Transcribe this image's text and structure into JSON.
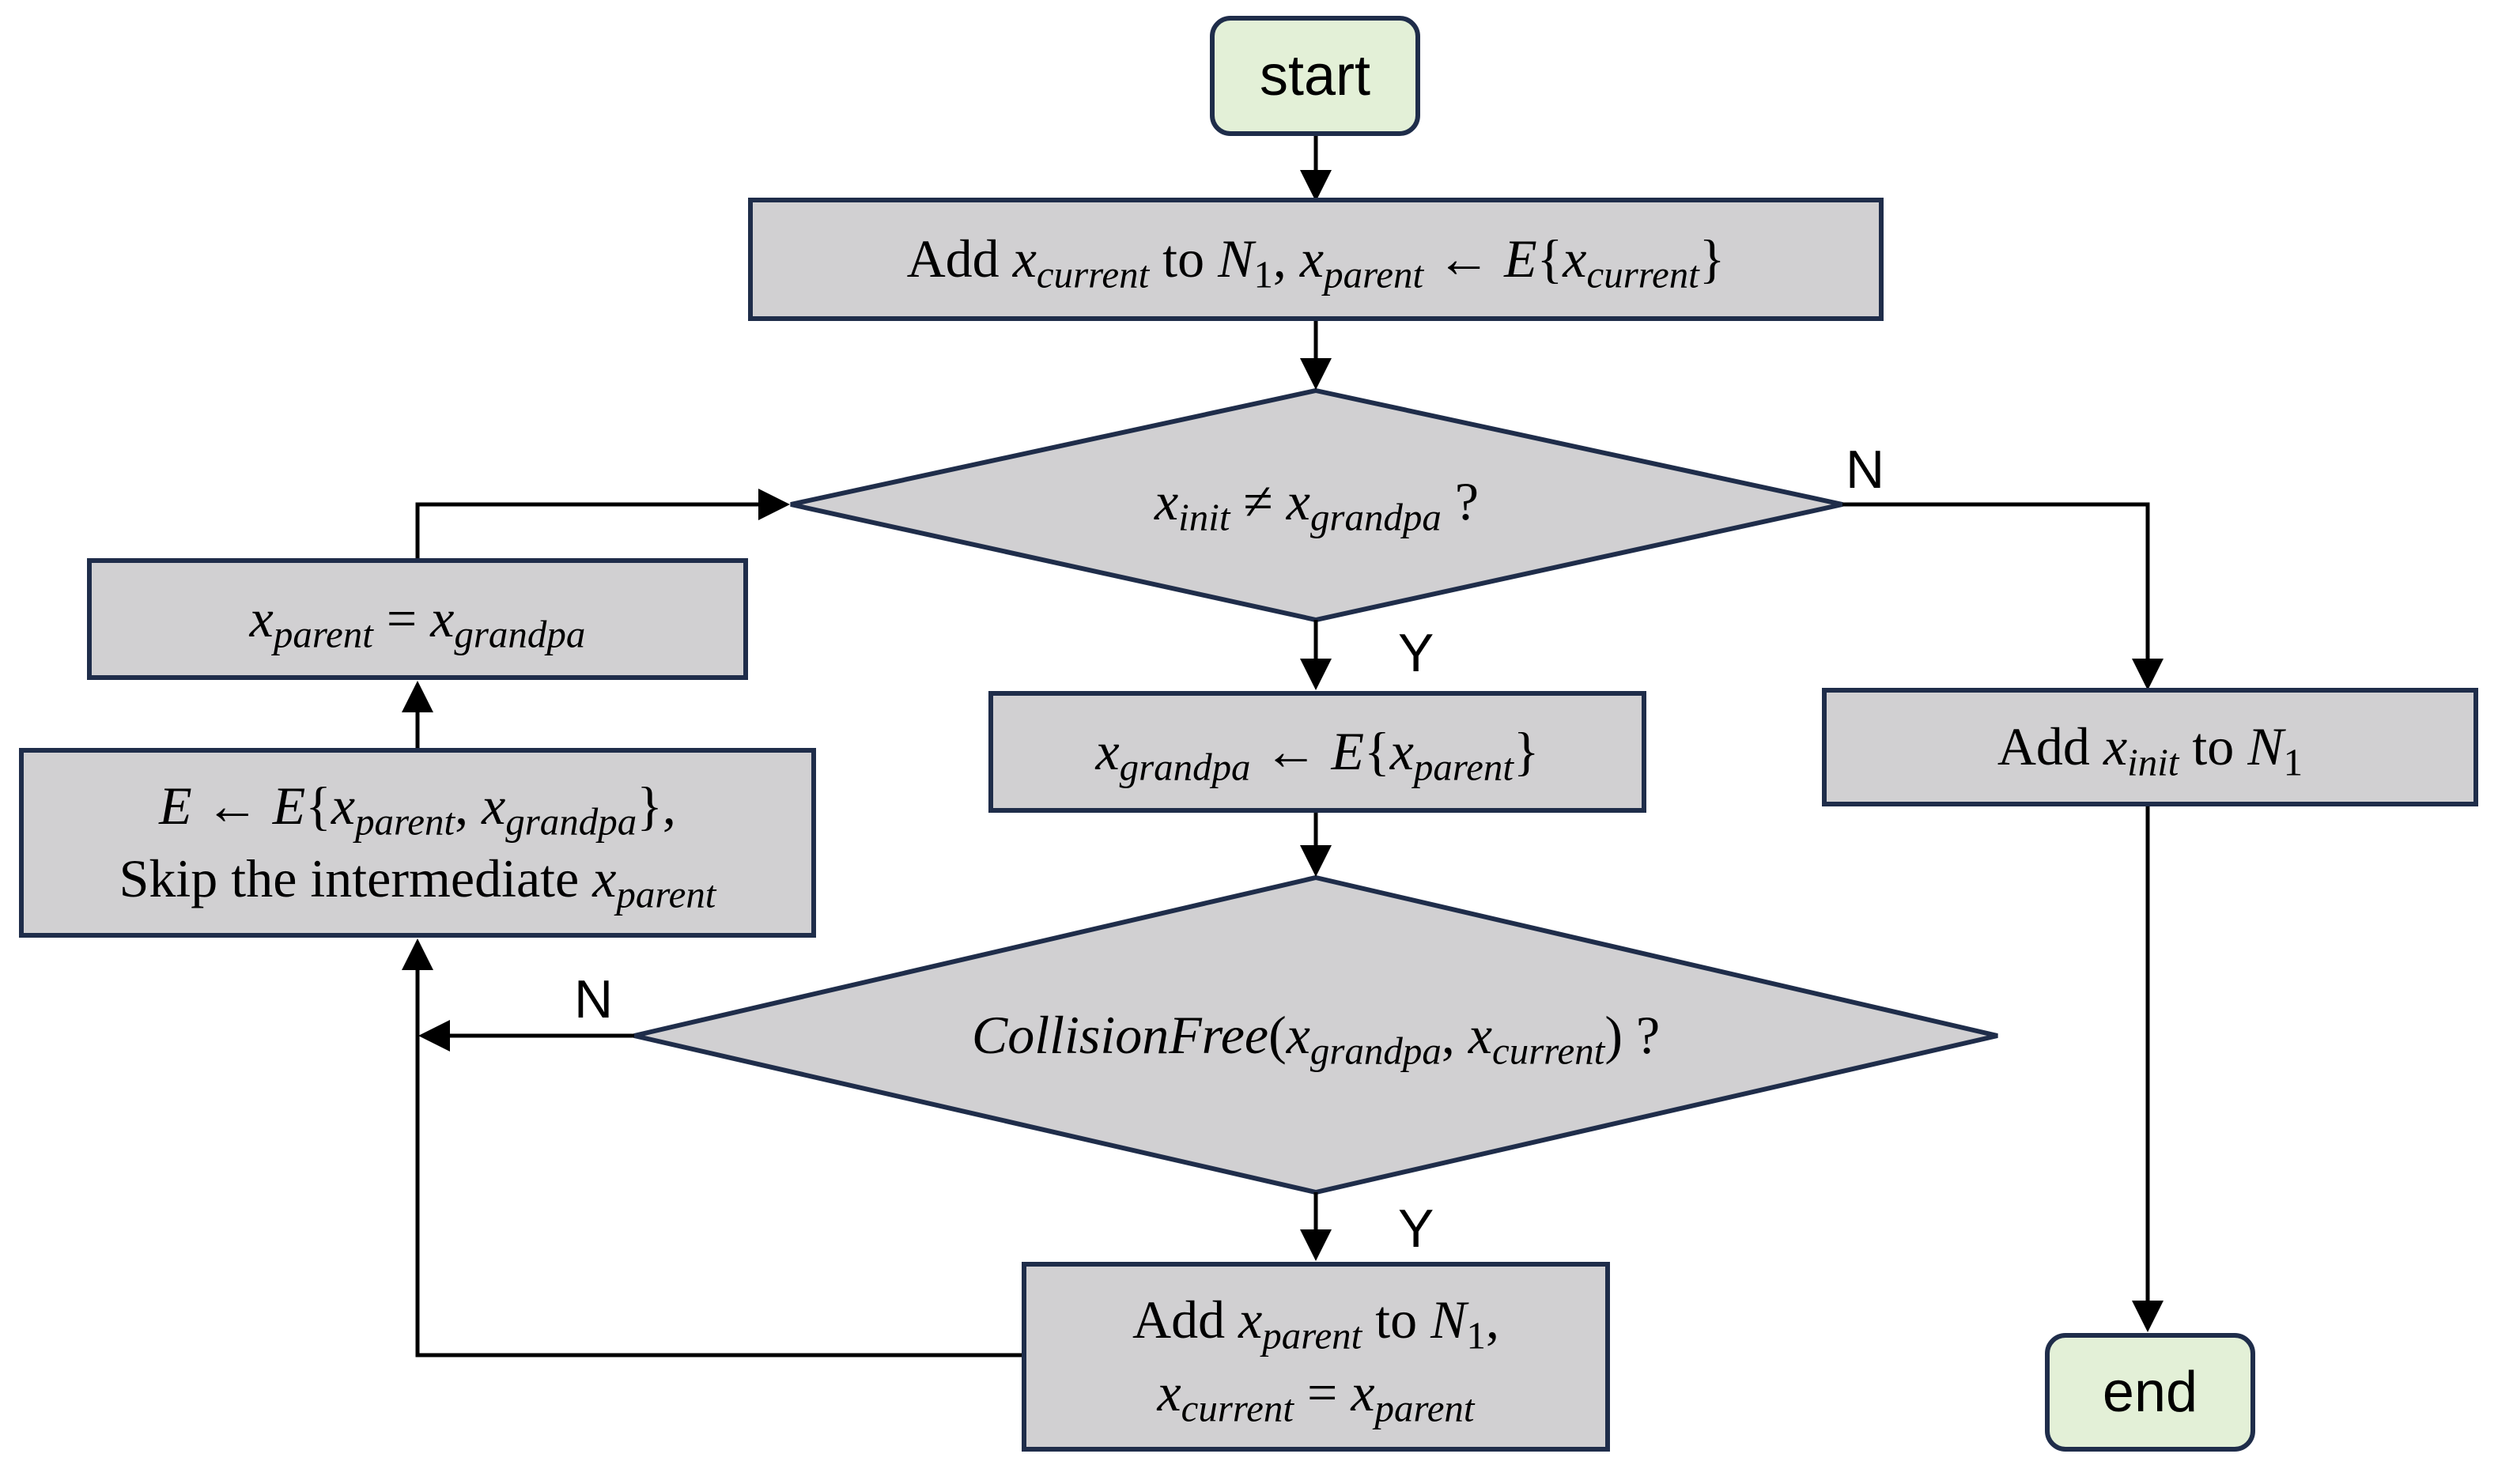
{
  "nodes": {
    "start": {
      "text": "start"
    },
    "add_current": {
      "t1": "Add ",
      "v1": "x",
      "s1": "current",
      "t2": " to ",
      "v2": "N",
      "s2": "1",
      "t3": ", ",
      "v3": "x",
      "s3": "parent",
      "t4": " ← ",
      "v4": "E",
      "t5": "{",
      "v5": "x",
      "s5": "current",
      "t6": "}"
    },
    "decision_init": {
      "v1": "x",
      "s1": "init",
      "t1": " ≠ ",
      "v2": "x",
      "s2": "grandpa",
      "t2": " ?"
    },
    "set_grandpa": {
      "v1": "x",
      "s1": "grandpa",
      "t1": " ← ",
      "v2": "E",
      "t2": "{",
      "v3": "x",
      "s3": "parent",
      "t3": "}"
    },
    "decision_collision": {
      "f1": "CollisionFree",
      "t1": "(",
      "v1": "x",
      "s1": "grandpa",
      "t2": ", ",
      "v2": "x",
      "s2": "current",
      "t3": ") ?"
    },
    "add_parent": {
      "t1": "Add ",
      "v1": "x",
      "s1": "parent",
      "t2": " to ",
      "v2": "N",
      "s2": "1",
      "t3": ",",
      "v3": "x",
      "s3": "current",
      "t4": " = ",
      "v4": "x",
      "s4": "parent"
    },
    "update_e": {
      "v1": "E",
      "t1": " ← ",
      "v2": "E",
      "t2": "{",
      "v3": "x",
      "s3": "parent",
      "t3": ", ",
      "v4": "x",
      "s4": "grandpa",
      "t4": "},",
      "t5": "Skip the intermediate ",
      "v5": "x",
      "s5": "parent"
    },
    "parent_eq": {
      "v1": "x",
      "s1": "parent",
      "t1": " = ",
      "v2": "x",
      "s2": "grandpa"
    },
    "add_init": {
      "t1": "Add ",
      "v1": "x",
      "s1": "init",
      "t2": " to ",
      "v2": "N",
      "s2": "1"
    },
    "end": {
      "text": "end"
    }
  },
  "edge_labels": {
    "init_no": "N",
    "init_yes": "Y",
    "collision_no": "N",
    "collision_yes": "Y"
  },
  "colors": {
    "terminal_fill": "#e3f0d7",
    "process_fill": "#d1d0d2",
    "border": "#1f2d4a",
    "line": "#000000"
  }
}
